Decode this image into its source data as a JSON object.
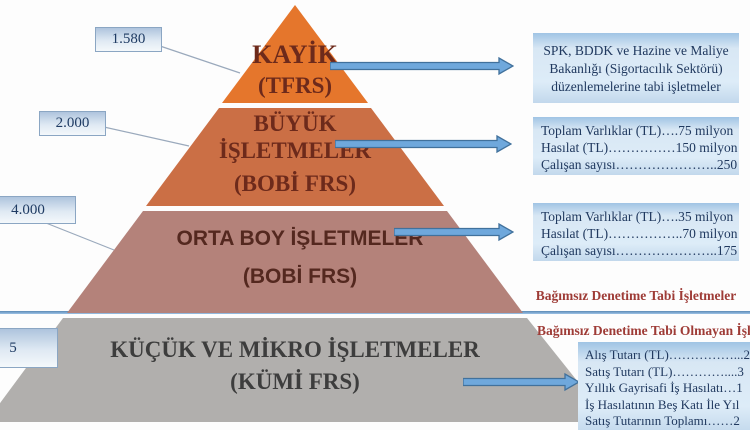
{
  "diagram_title": "",
  "colors": {
    "tier1_orange": "#e5762c",
    "tier2_terracotta": "#cb6f45",
    "tier3_rose": "#b4827a",
    "tier4_gray": "#b1afad",
    "arrow_blue": "#6fa8dc",
    "box_blue": "#d8e7f4",
    "text_navy": "#1f3b63",
    "accent_red": "#9e3b36",
    "divider_blue": "#7aa7d0"
  },
  "pyramid": {
    "tiers": [
      {
        "name": "KAYİK",
        "scheme": "(TFRS)"
      },
      {
        "name": "BÜYÜK İŞLETMELER",
        "scheme": "(BOBİ FRS)"
      },
      {
        "name": "ORTA BOY İŞLETMELER",
        "scheme": "(BOBİ FRS)"
      },
      {
        "name": "KÜÇÜK VE MİKRO İŞLETMELER",
        "scheme": "(KÜMİ FRS)"
      }
    ]
  },
  "left_callouts": [
    {
      "value": "1.580"
    },
    {
      "value": "2.000"
    },
    {
      "value": "4.000"
    },
    {
      "value": "5"
    }
  ],
  "right_boxes": [
    {
      "lines": [
        "SPK, BDDK ve Hazine ve Maliye",
        "Bakanlığı (Sigortacılık Sektörü)",
        "düzenlemelerine tabi işletmeler"
      ]
    },
    {
      "lines": [
        "Toplam Varlıklar (TL)….75 milyon",
        "Hasılat (TL)……………150 milyon",
        "Çalışan sayısı…………………..250"
      ]
    },
    {
      "lines": [
        "Toplam Varlıklar (TL)….35 milyon",
        "Hasılat (TL)……………..70 milyon",
        "Çalışan sayısı…………………..175"
      ]
    },
    {
      "lines": [
        "Alış Tutarı (TL)……………...2",
        "Satış Tutarı (TL)…………....3",
        "Yıllık Gayrisafi İş Hasılatı…1",
        "İş Hasılatının Beş Katı İle Yıl",
        "Satış Tutarının Toplamı……2"
      ]
    }
  ],
  "labels": {
    "audit_subject": "Bağımsız Denetime Tabi İşletmeler",
    "audit_not_subject": "Bağımsız Denetime Tabi Olmayan İşle"
  }
}
